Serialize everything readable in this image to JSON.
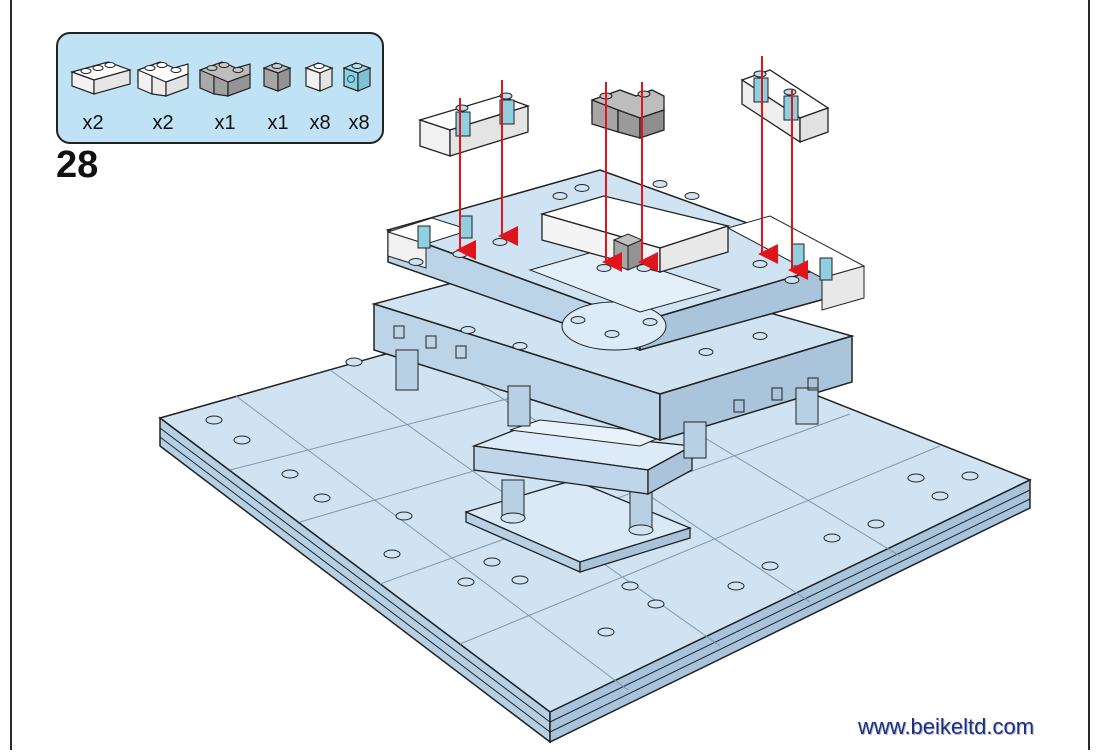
{
  "step": {
    "number": "28"
  },
  "parts_list": {
    "items": [
      {
        "icon": "white-brick-1x3-icon",
        "color": "#ffffff",
        "quantity": "x2"
      },
      {
        "icon": "white-corner-brick-icon",
        "color": "#ffffff",
        "quantity": "x2"
      },
      {
        "icon": "grey-corner-brick-icon",
        "color": "#b4b4b4",
        "quantity": "x1"
      },
      {
        "icon": "grey-brick-1x1-icon",
        "color": "#b4b4b4",
        "quantity": "x1"
      },
      {
        "icon": "white-brick-1x1-icon",
        "color": "#ffffff",
        "quantity": "x8"
      },
      {
        "icon": "transparent-blue-brick-1x1-icon",
        "color": "#8ecfe0",
        "quantity": "x8"
      }
    ]
  },
  "footer": {
    "website": "www.beikeltd.com"
  },
  "colors": {
    "panel_background": "#bfe2f4",
    "model_light_blue": "#cfe3f3",
    "model_white": "#ffffff",
    "model_grey": "#b4b4b4",
    "trans_blue": "#8ecfe0",
    "arrow_red": "#e0151b",
    "website_text": "#1a2f86"
  }
}
